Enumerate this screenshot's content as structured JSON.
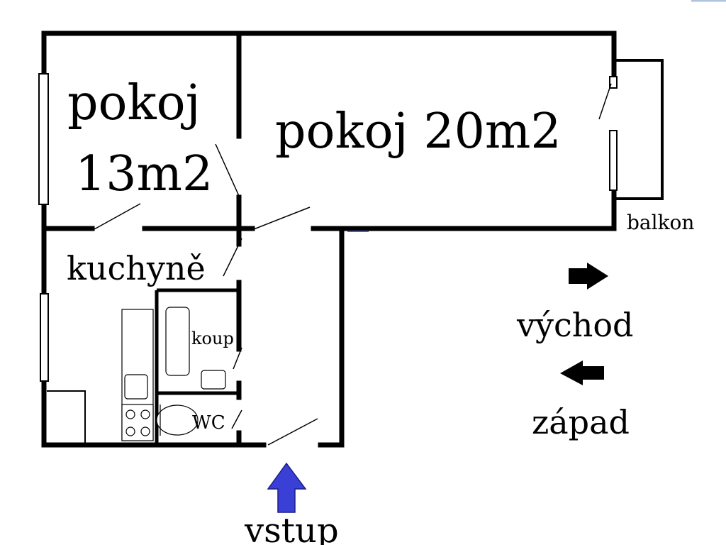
{
  "floor_plan": {
    "rooms": {
      "room_small_line1": "pokoj",
      "room_small_line2": "13m2",
      "room_large": "pokoj 20m2",
      "kitchen": "kuchyně",
      "bathroom": "koup",
      "toilet": "WC",
      "balcony": "balkon"
    },
    "directions": {
      "east": "východ",
      "west": "západ"
    },
    "entrance": "vstup",
    "colors": {
      "walls": "#000000",
      "entrance_arrow": "#3a3fd6",
      "corner_mark": "#b0c4de"
    }
  }
}
